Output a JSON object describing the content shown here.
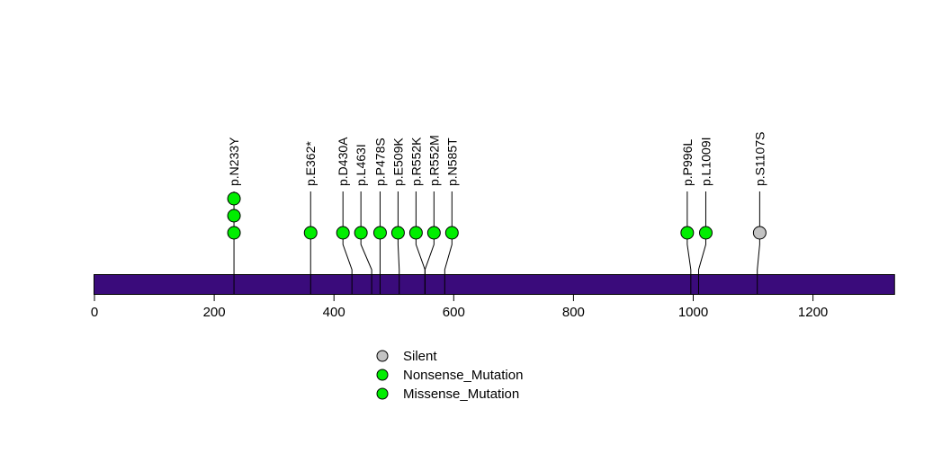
{
  "chart_data": {
    "type": "lollipop",
    "title": "",
    "xlabel": "",
    "ylabel": "",
    "xlim": [
      0,
      1337
    ],
    "grid": false,
    "legend_position": "bottom-center",
    "axis_ticks": [
      0,
      200,
      400,
      600,
      800,
      1000,
      1200
    ],
    "protein_bar": {
      "start_aa": 0,
      "end_aa": 1337
    },
    "colors": {
      "protein_bar": "#3A0B7B",
      "stem": "#000000",
      "marker_outline": "#000000",
      "background": "#FFFFFF",
      "Silent": "#C3C3C3",
      "Nonsense_Mutation": "#00EE00",
      "Missense_Mutation": "#00EE00"
    },
    "legend": [
      {
        "label": "Silent",
        "color": "#C3C3C3"
      },
      {
        "label": "Nonsense_Mutation",
        "color": "#00EE00"
      },
      {
        "label": "Missense_Mutation",
        "color": "#00EE00"
      }
    ],
    "mutations": [
      {
        "label": "p.N233Y",
        "position": 233,
        "display_position": 233,
        "count": 3,
        "type": "Missense_Mutation"
      },
      {
        "label": "p.E362*",
        "position": 362,
        "display_position": 361,
        "count": 1,
        "type": "Nonsense_Mutation"
      },
      {
        "label": "p.D430A",
        "position": 430,
        "display_position": 415,
        "count": 1,
        "type": "Missense_Mutation"
      },
      {
        "label": "p.L463I",
        "position": 463,
        "display_position": 445,
        "count": 1,
        "type": "Missense_Mutation"
      },
      {
        "label": "p.P478S",
        "position": 478,
        "display_position": 477,
        "count": 1,
        "type": "Missense_Mutation"
      },
      {
        "label": "p.E509K",
        "position": 509,
        "display_position": 507,
        "count": 1,
        "type": "Missense_Mutation"
      },
      {
        "label": "p.R552K",
        "position": 552,
        "display_position": 537,
        "count": 1,
        "type": "Missense_Mutation"
      },
      {
        "label": "p.R552M",
        "position": 552,
        "display_position": 567,
        "count": 1,
        "type": "Missense_Mutation"
      },
      {
        "label": "p.N585T",
        "position": 585,
        "display_position": 597,
        "count": 1,
        "type": "Missense_Mutation"
      },
      {
        "label": "p.P996L",
        "position": 996,
        "display_position": 990,
        "count": 1,
        "type": "Missense_Mutation"
      },
      {
        "label": "p.L1009I",
        "position": 1009,
        "display_position": 1021,
        "count": 1,
        "type": "Missense_Mutation"
      },
      {
        "label": "p.S1107S",
        "position": 1107,
        "display_position": 1111,
        "count": 1,
        "type": "Silent"
      }
    ]
  }
}
